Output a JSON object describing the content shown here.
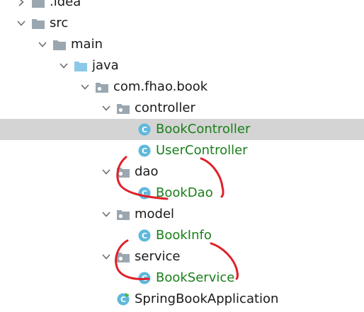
{
  "tree": {
    "selected_index": 6,
    "items": [
      {
        "label": ".idea",
        "kind": "folder",
        "depth": 0,
        "chevron": "right",
        "clipped": true
      },
      {
        "label": "src",
        "kind": "folder",
        "depth": 0,
        "chevron": "down"
      },
      {
        "label": "main",
        "kind": "folder",
        "depth": 1,
        "chevron": "down"
      },
      {
        "label": "java",
        "kind": "source-folder",
        "depth": 2,
        "chevron": "down"
      },
      {
        "label": "com.fhao.book",
        "kind": "package",
        "depth": 3,
        "chevron": "down"
      },
      {
        "label": "controller",
        "kind": "package",
        "depth": 4,
        "chevron": "down"
      },
      {
        "label": "BookController",
        "kind": "class",
        "depth": 5,
        "chevron": "none"
      },
      {
        "label": "UserController",
        "kind": "class",
        "depth": 5,
        "chevron": "none"
      },
      {
        "label": "dao",
        "kind": "package",
        "depth": 4,
        "chevron": "down"
      },
      {
        "label": "BookDao",
        "kind": "class",
        "depth": 5,
        "chevron": "none"
      },
      {
        "label": "model",
        "kind": "package",
        "depth": 4,
        "chevron": "down"
      },
      {
        "label": "BookInfo",
        "kind": "class",
        "depth": 5,
        "chevron": "none"
      },
      {
        "label": "service",
        "kind": "package",
        "depth": 4,
        "chevron": "down"
      },
      {
        "label": "BookService",
        "kind": "class",
        "depth": 5,
        "chevron": "none"
      },
      {
        "label": "SpringBookApplication",
        "kind": "spring-class",
        "depth": 4,
        "chevron": "none"
      }
    ]
  },
  "colors": {
    "folder": "#9aa7b0",
    "source_folder": "#8cc8e8",
    "class_circle": "#5fb8dc",
    "class_letter": "#ffffff",
    "class_text": "#1a7f1a",
    "selection": "#d4d4d4",
    "chevron": "#6e6e6e",
    "annotation": "#e0202a"
  },
  "icons": {
    "folder": "folder-icon",
    "source_folder": "source-folder-icon",
    "package": "package-icon",
    "class": "class-icon",
    "spring_class": "spring-boot-class-icon",
    "chevron_down": "chevron-down-icon",
    "chevron_right": "chevron-right-icon"
  }
}
